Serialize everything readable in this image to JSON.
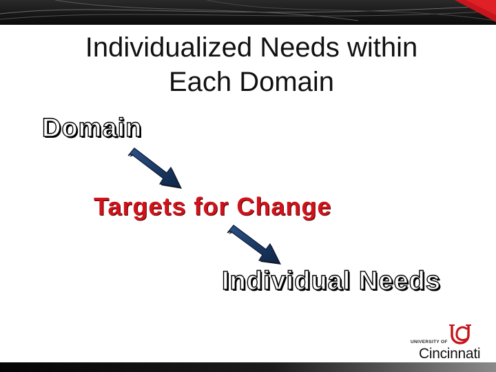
{
  "slide": {
    "title_line1": "Individualized Needs within",
    "title_line2": "Each Domain",
    "terms": {
      "domain": "Domain",
      "targets": "Targets for Change",
      "needs": "Individual Needs"
    },
    "logo": {
      "small_text": "UNIVERSITY OF",
      "name": "Cincinnati",
      "monogram": "UC"
    },
    "colors": {
      "accent_red": "#d0121b",
      "arrow_blue": "#16335e",
      "band_dark": "#111111"
    }
  }
}
